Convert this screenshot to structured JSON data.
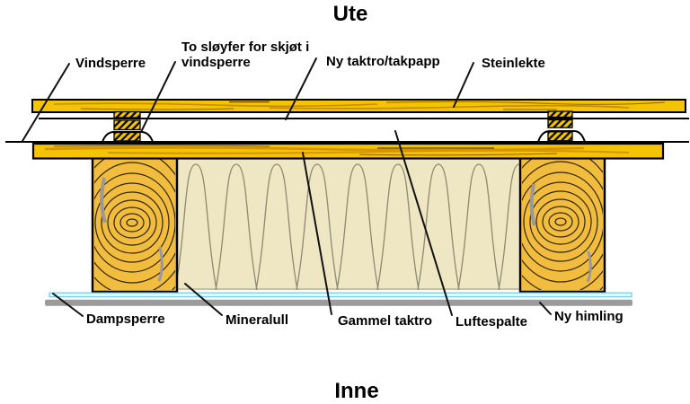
{
  "titles": {
    "outside": "Ute",
    "inside": "Inne"
  },
  "labels": {
    "vindsperre": "Vindsperre",
    "to_sloyfer_line1": "To sløyfer for skjøt i",
    "to_sloyfer_line2": "vindsperre",
    "ny_taktro": "Ny taktro/takpapp",
    "steinlekte": "Steinlekte",
    "dampsperre": "Dampsperre",
    "mineralull": "Mineralull",
    "gammel_taktro": "Gammel taktro",
    "luftespalte": "Luftespalte",
    "ny_himling": "Ny himling"
  },
  "colors": {
    "wood_yellow": "#F5C400",
    "wood_grain_orange": "#D69500",
    "joist_amber": "#F2BC3F",
    "mineral_wool_beige": "#EFE6C3",
    "wool_line_olive": "#8D8A70",
    "vapor_barrier_blue": "#79CDE6",
    "vapor_barrier_fill": "#EAF8FE",
    "ceiling_gray": "#9B9B9B",
    "outline_black": "#000000"
  }
}
